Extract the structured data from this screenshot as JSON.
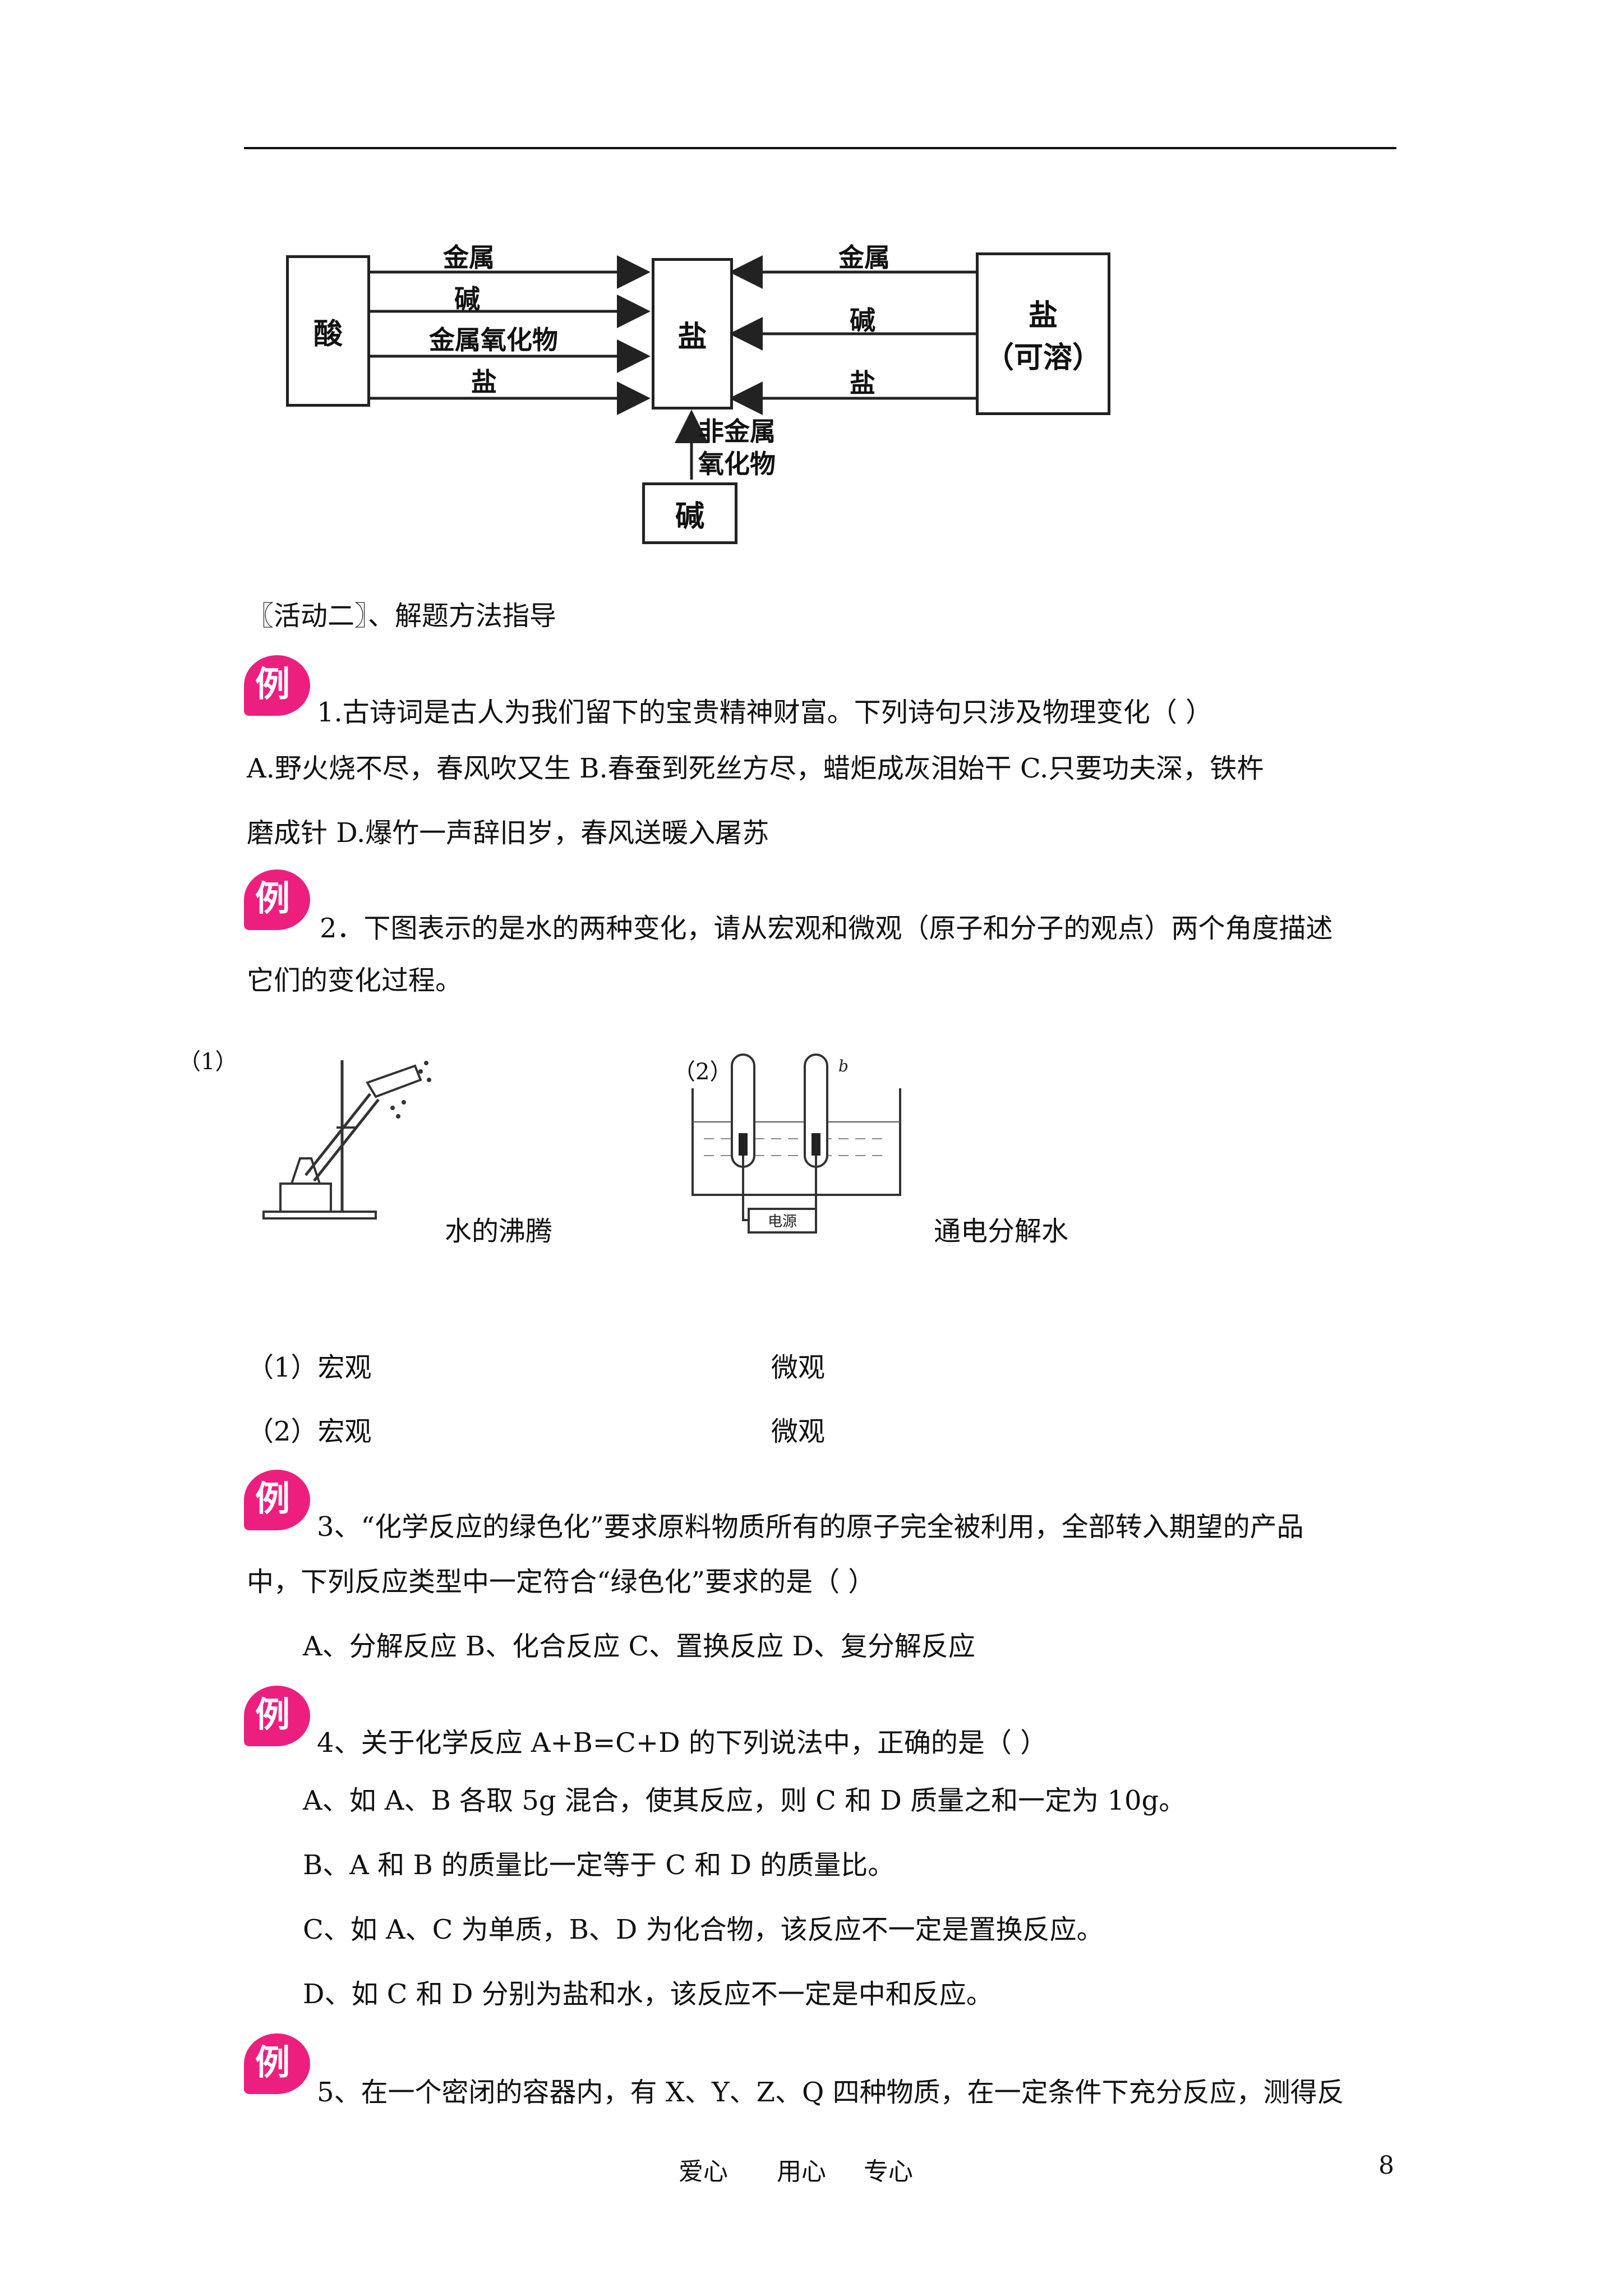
{
  "diagram": {
    "box_acid": "酸",
    "box_salt": "盐",
    "box_soluble_salt_line1": "盐",
    "box_soluble_salt_line2": "（可溶）",
    "box_base": "碱",
    "left_arrows": [
      "金属",
      "碱",
      "金属氧化物",
      "盐"
    ],
    "right_arrows": [
      "金属",
      "碱",
      "盐"
    ],
    "bottom_arrow_line1": "非金属",
    "bottom_arrow_line2": "氧化物"
  },
  "activity_title": "〖活动二〗、解题方法指导",
  "example_badge_char": "例",
  "q1": {
    "stem": "1.古诗词是古人为我们留下的宝贵精神财富。下列诗句只涉及物理变化（    ）",
    "line2": "A.野火烧不尽，春风吹又生        B.春蚕到死丝方尽，蜡炬成灰泪始干 C.只要功夫深，铁杵",
    "line3": "磨成针       D.爆竹一声辞旧岁，春风送暖入屠苏"
  },
  "q2": {
    "stem": "2．下图表示的是水的两种变化，请从宏观和微观（原子和分子的观点）两个角度描述",
    "stem2": "它们的变化过程。",
    "fig1_num": "（1）",
    "fig1_caption": "水的沸腾",
    "fig2_num": "（2）",
    "fig2_b": "b",
    "fig2_power": "电源",
    "fig2_caption": "通电分解水",
    "ans1_macro": "（1）宏观",
    "ans1_micro": "微观",
    "ans2_macro": "（2）宏观",
    "ans2_micro": "微观"
  },
  "q3": {
    "stem": "3、“化学反应的绿色化”要求原料物质所有的原子完全被利用，全部转入期望的产品",
    "stem2": "中，下列反应类型中一定符合“绿色化”要求的是（      ）",
    "options": "A、分解反应     B、化合反应     C、置换反应     D、复分解反应"
  },
  "q4": {
    "stem": "4、关于化学反应 A+B=C+D 的下列说法中，正确的是（      ）",
    "optA": "A、如 A、B 各取 5g 混合，使其反应，则 C 和 D 质量之和一定为 10g。",
    "optB": "B、A 和 B 的质量比一定等于 C 和 D 的质量比。",
    "optC": "C、如 A、C 为单质，B、D 为化合物，该反应不一定是置换反应。",
    "optD": "D、如 C 和 D 分别为盐和水，该反应不一定是中和反应。"
  },
  "q5": {
    "stem": "5、在一个密闭的容器内，有 X、Y、Z、Q 四种物质，在一定条件下充分反应，测得反"
  },
  "footer": {
    "slogan1": "爱心",
    "slogan2": "用心",
    "slogan3": "专心",
    "page_number": "8"
  }
}
